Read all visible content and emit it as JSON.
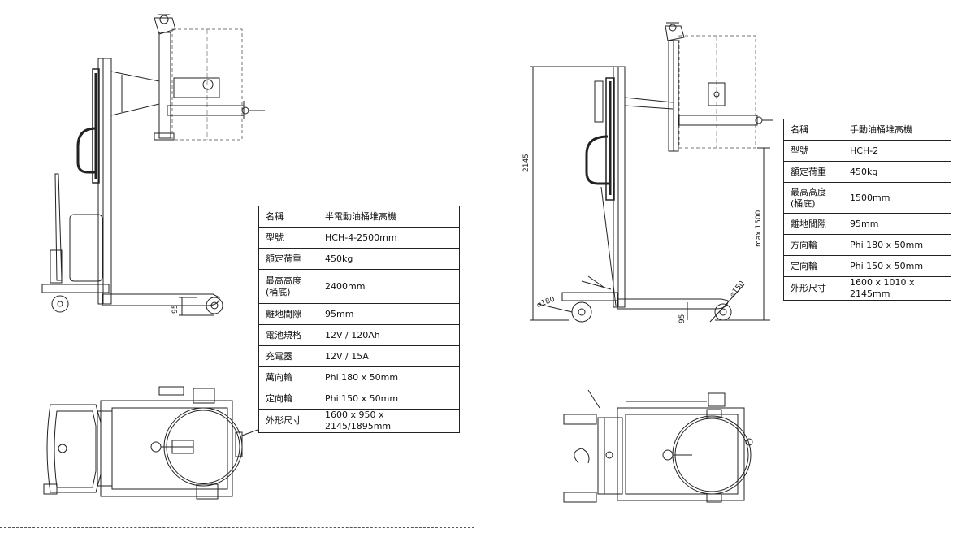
{
  "left_panel": {
    "dimensions": {
      "wheel_height": "95"
    },
    "spec_table": [
      {
        "key": "名稱",
        "value": "半電動油桶堆高機"
      },
      {
        "key": "型號",
        "value": "HCH-4-2500mm"
      },
      {
        "key": "額定荷重",
        "value": "450kg"
      },
      {
        "key": "最高高度\n(桶底)",
        "value": "2400mm"
      },
      {
        "key": "離地間隙",
        "value": "95mm"
      },
      {
        "key": "電池規格",
        "value": "12V / 120Ah"
      },
      {
        "key": "充電器",
        "value": "12V / 15A"
      },
      {
        "key": "萬向輪",
        "value": "Phi 180 x 50mm"
      },
      {
        "key": "定向輪",
        "value": "Phi 150 x 50mm"
      },
      {
        "key": "外形尺寸",
        "value": "1600 x 950 x 2145/1895mm"
      }
    ]
  },
  "right_panel": {
    "dimensions": {
      "overall_height": "2145",
      "lift_height": "max 1500",
      "wheel_front": "⌀150",
      "wheel_rear": "⌀180",
      "wheel_height": "95"
    },
    "spec_table": [
      {
        "key": "名稱",
        "value": "手動油桶堆高機"
      },
      {
        "key": "型號",
        "value": "HCH-2"
      },
      {
        "key": "額定荷重",
        "value": "450kg"
      },
      {
        "key": "最高高度\n(桶底)",
        "value": "1500mm"
      },
      {
        "key": "離地間隙",
        "value": "95mm"
      },
      {
        "key": "方向輪",
        "value": "Phi 180 x 50mm"
      },
      {
        "key": "定向輪",
        "value": "Phi 150 x 50mm"
      },
      {
        "key": "外形尺寸",
        "value": "1600 x 1010 x 2145mm"
      }
    ]
  }
}
